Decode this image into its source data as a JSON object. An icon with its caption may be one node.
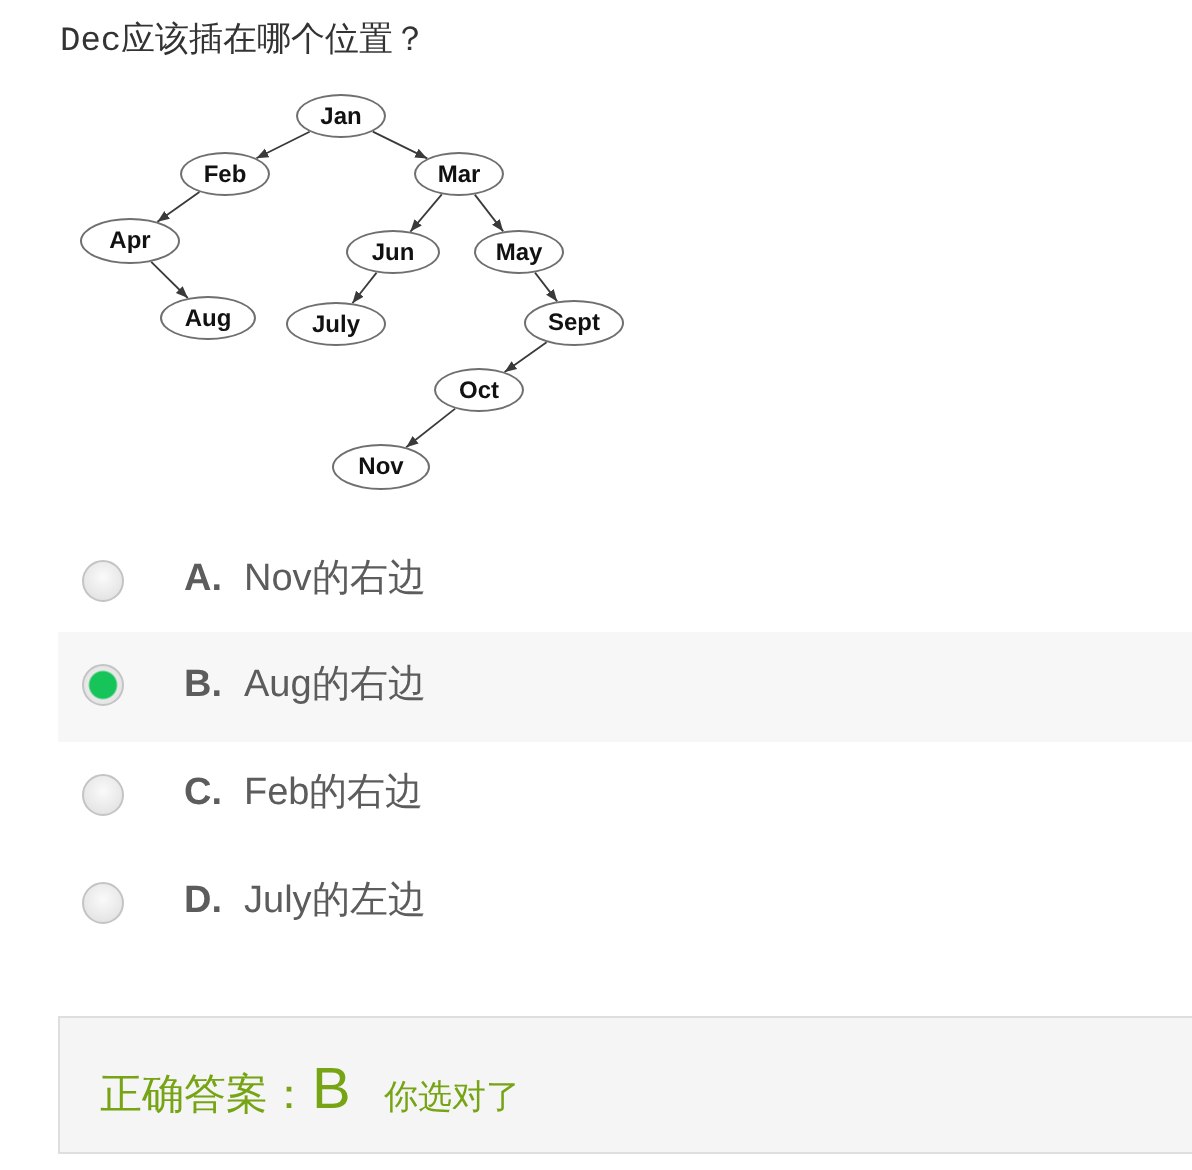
{
  "diagram": {
    "title": "Dec应该插在哪个位置？",
    "nodes": [
      {
        "text": [
          "Jan"
        ]
      },
      {
        "text": [
          "Feb"
        ]
      },
      {
        "text": [
          "Mar"
        ]
      },
      {
        "text": [
          "Apr"
        ]
      },
      {
        "text": [
          "Jun"
        ]
      },
      {
        "text": [
          "May"
        ]
      },
      {
        "text": [
          "Aug"
        ]
      },
      {
        "text": [
          "July"
        ]
      },
      {
        "text": [
          "Sept"
        ]
      },
      {
        "text": [
          "Oct"
        ]
      },
      {
        "text": [
          "Nov"
        ]
      }
    ],
    "edges": [
      {
        "from": 0,
        "to": 1,
        "arrow": "to"
      },
      {
        "from": 0,
        "to": 2,
        "arrow": "to"
      },
      {
        "from": 1,
        "to": 3,
        "arrow": "to"
      },
      {
        "from": 3,
        "to": 6,
        "arrow": "to"
      },
      {
        "from": 2,
        "to": 4,
        "arrow": "to"
      },
      {
        "from": 2,
        "to": 5,
        "arrow": "to"
      },
      {
        "from": 4,
        "to": 7,
        "arrow": "to"
      },
      {
        "from": 5,
        "to": 8,
        "arrow": "to"
      },
      {
        "from": 8,
        "to": 9,
        "arrow": "to"
      },
      {
        "from": 9,
        "to": 10,
        "arrow": "to"
      }
    ],
    "labels": [
      "A.",
      "Nov的右边",
      "B.",
      "Aug的右边",
      "C.",
      "Feb的右边",
      "D.",
      "July的左边",
      "正确答案：",
      "B",
      "你选对了"
    ]
  }
}
